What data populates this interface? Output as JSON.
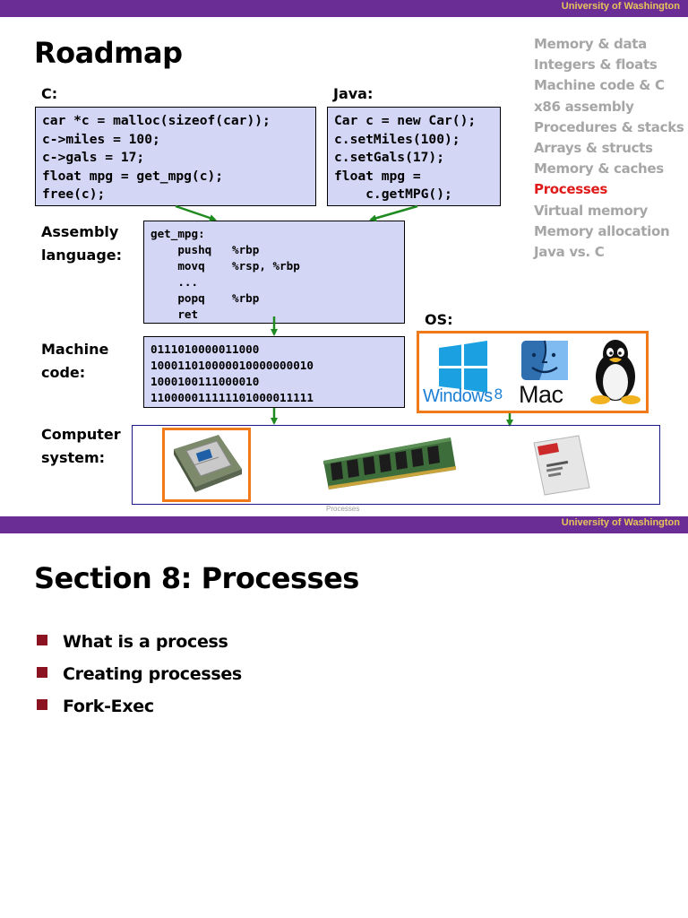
{
  "header": {
    "institution": "University of Washington"
  },
  "slide1": {
    "title": "Roadmap",
    "labels": {
      "c": "C:",
      "java": "Java:",
      "assembly_line1": "Assembly",
      "assembly_line2": "language:",
      "machine_line1": "Machine",
      "machine_line2": "code:",
      "os": "OS:",
      "computer_line1": "Computer",
      "computer_line2": "system:"
    },
    "c_code": [
      "car *c = malloc(sizeof(car));",
      "c->miles = 100;",
      "c->gals = 17;",
      "float mpg = get_mpg(c);",
      "free(c);"
    ],
    "java_code": [
      "Car c = new Car();",
      "c.setMiles(100);",
      "c.setGals(17);",
      "float mpg =",
      "    c.getMPG();"
    ],
    "assembly_code": [
      "get_mpg:",
      "    pushq   %rbp",
      "    movq    %rsp, %rbp",
      "    ...",
      "    popq    %rbp",
      "    ret"
    ],
    "machine_code": [
      "0111010000011000",
      "100011010000010000000010",
      "1000100111000010",
      "110000011111101000011111"
    ],
    "os_logos": {
      "windows": "Windows",
      "windows_version": "8",
      "mac": "Mac"
    },
    "icons": [
      "windows-logo-icon",
      "mac-finder-icon",
      "linux-tux-icon",
      "cpu-chip-icon",
      "ram-module-icon",
      "ssd-drive-icon"
    ],
    "roadmap_items": [
      {
        "label": "Memory & data",
        "active": false
      },
      {
        "label": "Integers & floats",
        "active": false
      },
      {
        "label": "Machine code & C",
        "active": false
      },
      {
        "label": "x86 assembly",
        "active": false
      },
      {
        "label": "Procedures & stacks",
        "active": false
      },
      {
        "label": "Arrays & structs",
        "active": false
      },
      {
        "label": "Memory & caches",
        "active": false
      },
      {
        "label": "Processes",
        "active": true
      },
      {
        "label": "Virtual memory",
        "active": false
      },
      {
        "label": "Memory allocation",
        "active": false
      },
      {
        "label": "Java vs. C",
        "active": false
      }
    ],
    "footer_label": "Processes"
  },
  "slide2": {
    "title": "Section 8: Processes",
    "bullets": [
      "What is a process",
      "Creating processes",
      "Fork-Exec"
    ]
  },
  "colors": {
    "header_bar": "#6a2d96",
    "header_text": "#e8c35a",
    "code_box": "#d3d6f4",
    "active_roadmap": "#e01b1b",
    "inactive_roadmap": "#a6a6a6",
    "highlight_border": "#f07a1a",
    "arrow": "#1f8a1f",
    "bullet": "#8b1220"
  }
}
